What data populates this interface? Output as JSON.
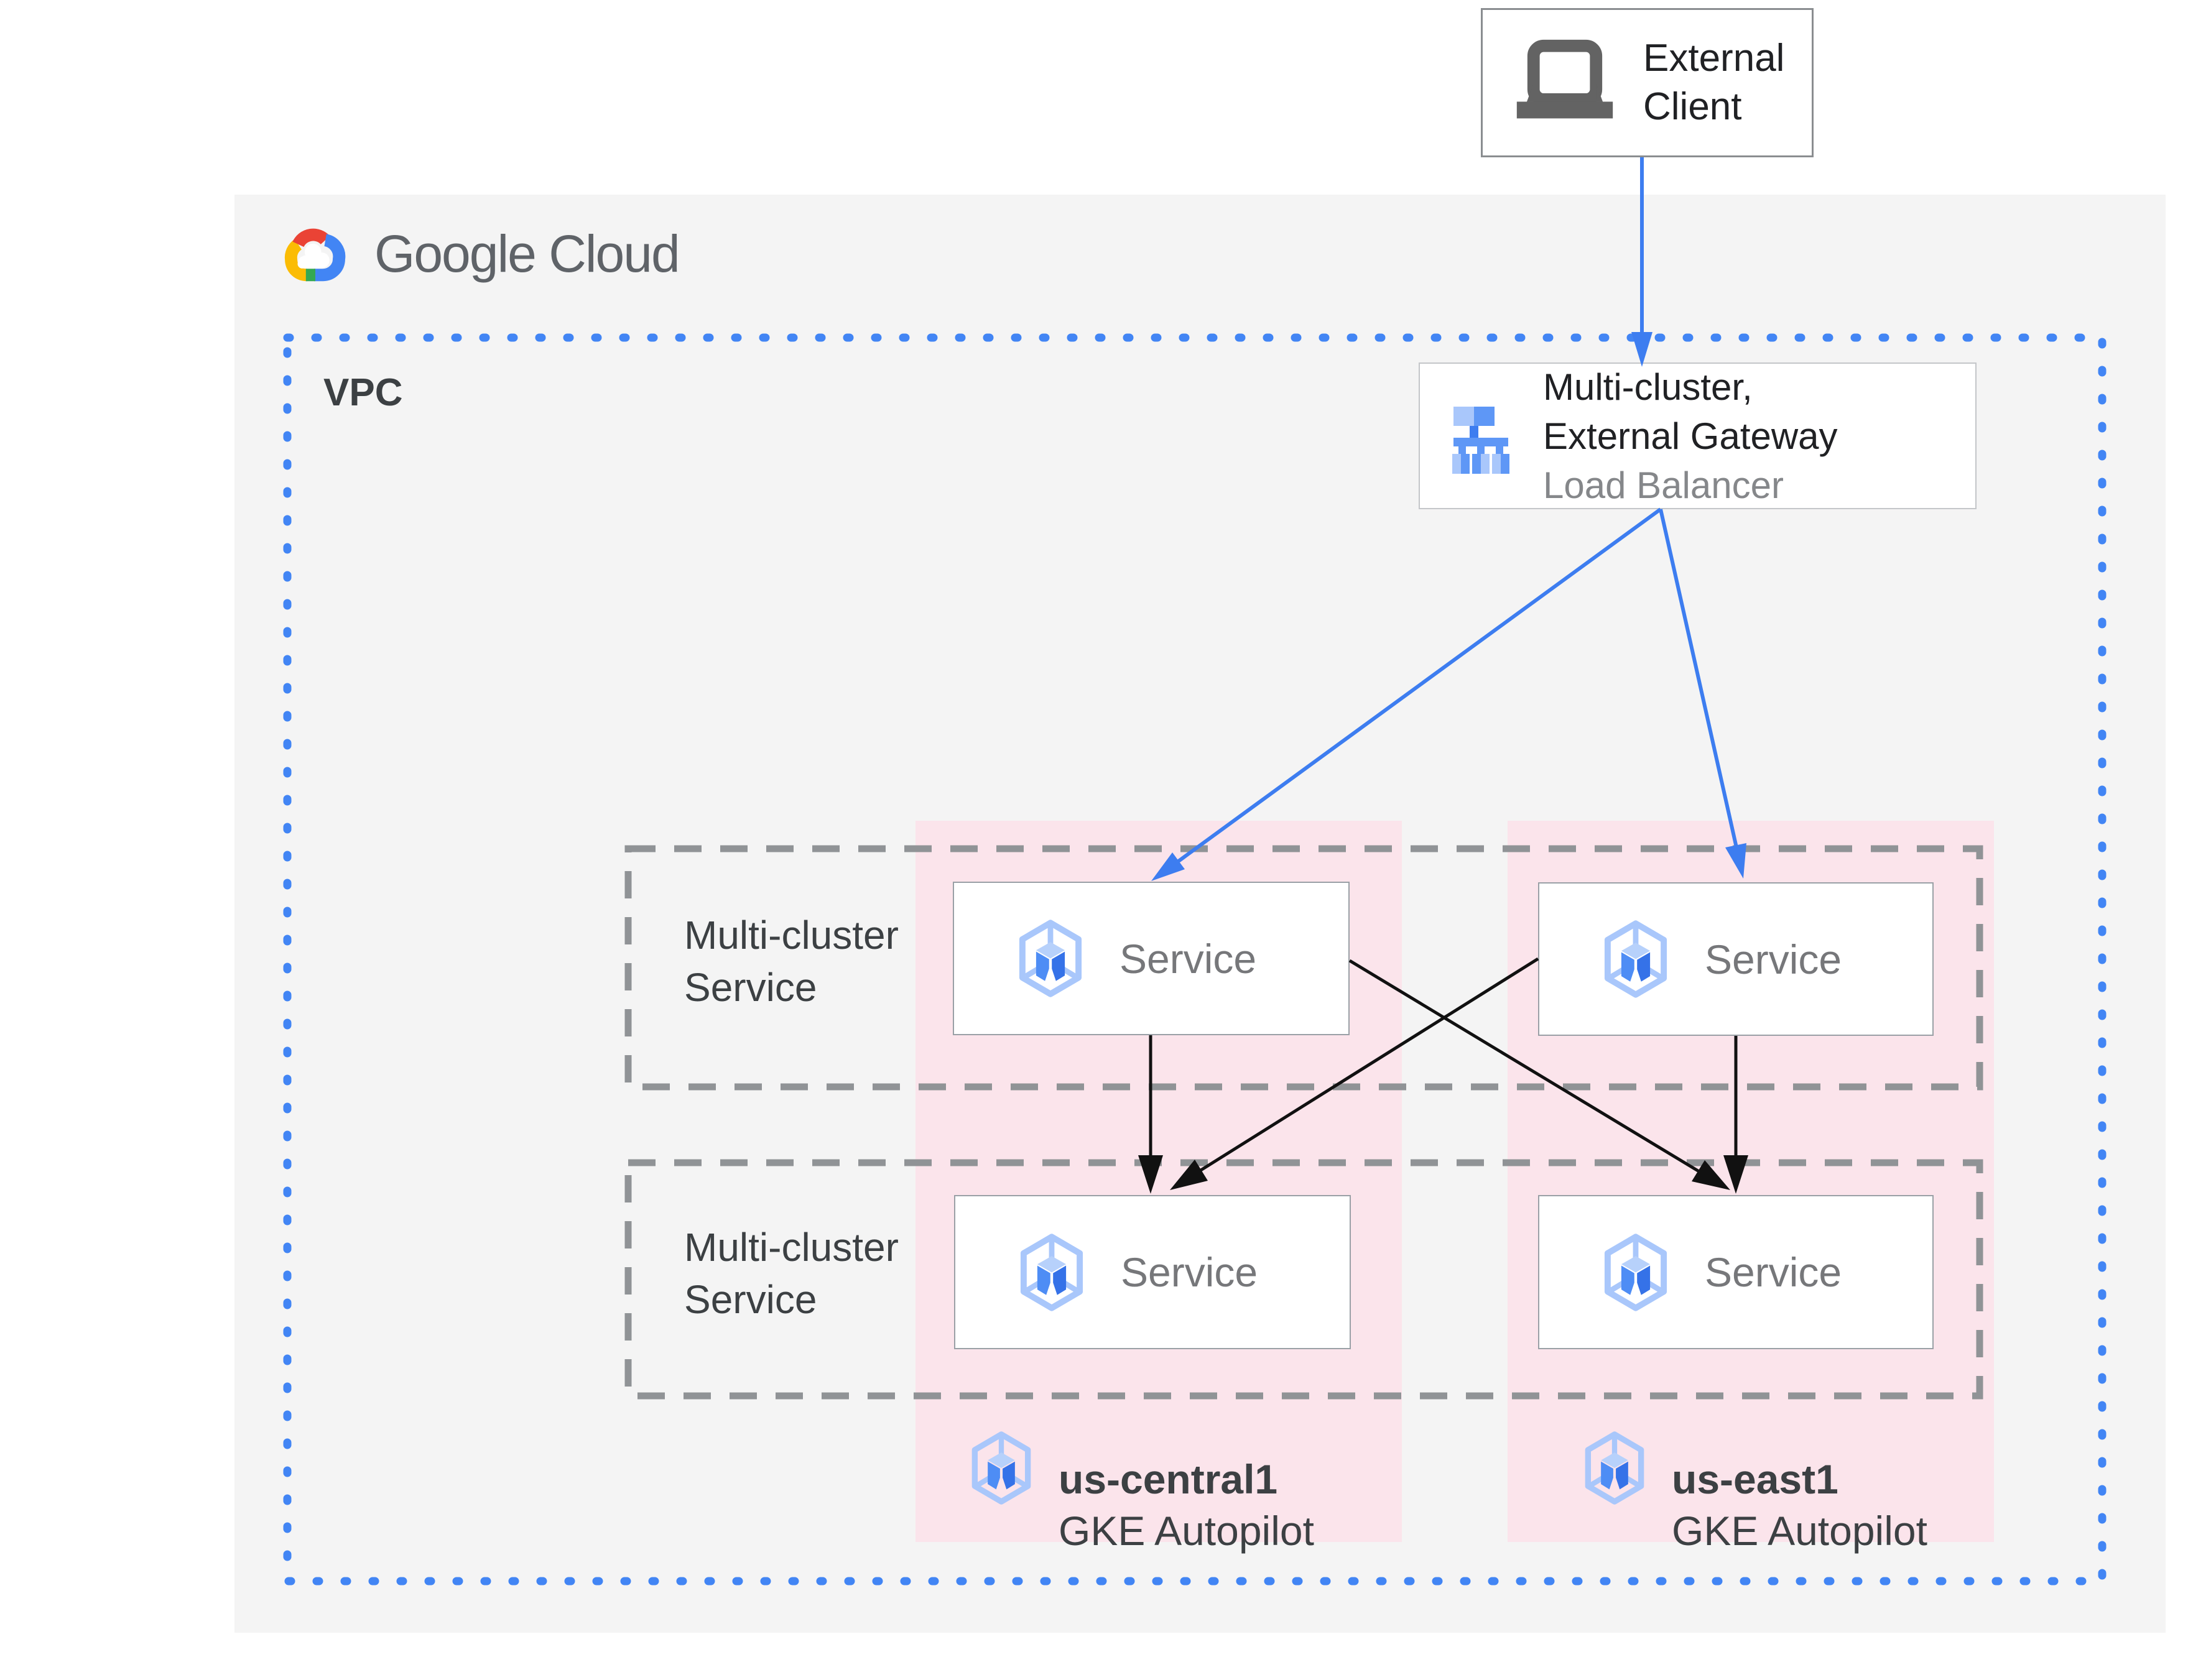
{
  "colors": {
    "canvas_bg": "#ffffff",
    "panel_bg": "#f4f4f4",
    "cluster_column_bg": "#fbe4eb",
    "vpc_border_blue": "#4285f4",
    "row_border_gray": "#909396",
    "arrow_black": "#111111",
    "arrow_blue": "#3d7df0",
    "google_red": "#ea4335",
    "google_yellow": "#fbbc04",
    "google_green": "#34a853",
    "google_blue": "#4285f4",
    "gke_icon_light_blue": "#a9c7fb",
    "gke_icon_medium_blue": "#4e8df5",
    "gke_icon_dark_blue": "#3572e8"
  },
  "header": {
    "logo_text": "Google Cloud"
  },
  "external_client": {
    "line1": "External",
    "line2": "Client"
  },
  "vpc": {
    "label": "VPC"
  },
  "load_balancer": {
    "line1": "Multi-cluster,",
    "line2": "External Gateway",
    "line3": "Load Balancer"
  },
  "rows": [
    {
      "line1": "Multi-cluster",
      "line2": "Service"
    },
    {
      "line1": "Multi-cluster",
      "line2": "Service"
    }
  ],
  "services": [
    {
      "label": "Service"
    },
    {
      "label": "Service"
    },
    {
      "label": "Service"
    },
    {
      "label": "Service"
    }
  ],
  "clusters": [
    {
      "region": "us-central1",
      "product": "GKE Autopilot"
    },
    {
      "region": "us-east1",
      "product": "GKE Autopilot"
    }
  ]
}
